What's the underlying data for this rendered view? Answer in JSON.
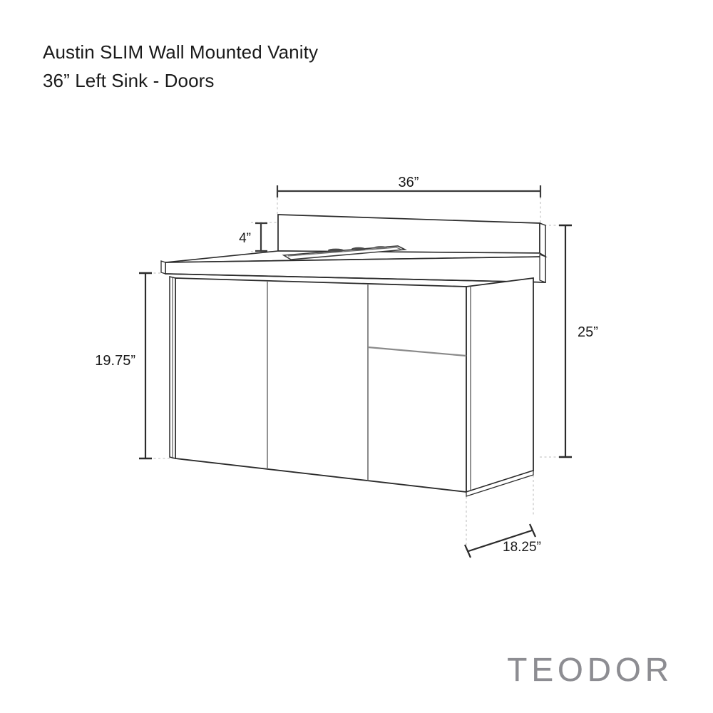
{
  "page": {
    "background_color": "#ffffff",
    "line_color": "#2b2b2b",
    "light_line_color": "#8a8a8a",
    "dim_line_color": "#3a3a3a",
    "extension_line_color": "#c8c8c8"
  },
  "title": {
    "line1": "Austin SLIM Wall Mounted Vanity",
    "line2": "36” Left Sink - Doors"
  },
  "dimensions": {
    "width": {
      "label": "36”",
      "value": 36,
      "unit": "inch",
      "orientation": "horizontal",
      "position": "top"
    },
    "backsplash_height": {
      "label": "4”",
      "value": 4,
      "unit": "inch",
      "orientation": "vertical",
      "position": "upper-left"
    },
    "cabinet_height": {
      "label": "19.75”",
      "value": 19.75,
      "unit": "inch",
      "orientation": "vertical",
      "position": "left"
    },
    "overall_height": {
      "label": "25”",
      "value": 25,
      "unit": "inch",
      "orientation": "vertical",
      "position": "right"
    },
    "depth": {
      "label": "18.25”",
      "value": 18.25,
      "unit": "inch",
      "orientation": "diagonal",
      "position": "bottom-right"
    }
  },
  "product": {
    "type": "wall-mounted-vanity",
    "sink_position": "left",
    "front_panels": [
      "door",
      "door",
      "door-with-drawer"
    ],
    "features": [
      "backsplash",
      "integrated-rectangular-sink",
      "faucet-hole"
    ]
  },
  "brand": {
    "name": "TEODOR",
    "color": "#8d8d92"
  }
}
